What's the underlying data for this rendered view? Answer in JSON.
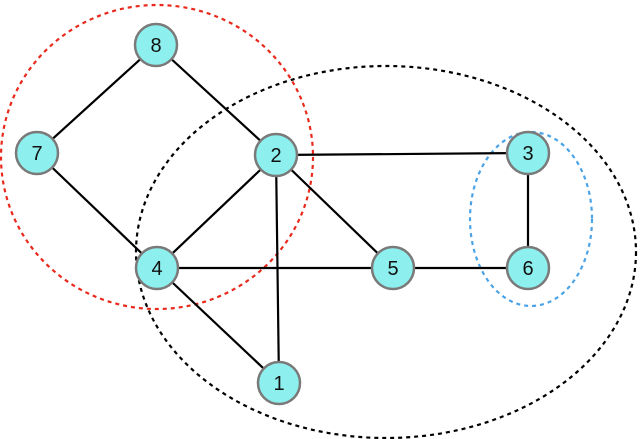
{
  "diagram": {
    "nodes": [
      {
        "id": "n1",
        "label": "1"
      },
      {
        "id": "n2",
        "label": "2"
      },
      {
        "id": "n3",
        "label": "3"
      },
      {
        "id": "n4",
        "label": "4"
      },
      {
        "id": "n5",
        "label": "5"
      },
      {
        "id": "n6",
        "label": "6"
      },
      {
        "id": "n7",
        "label": "7"
      },
      {
        "id": "n8",
        "label": "8"
      }
    ],
    "edges": [
      [
        "n8",
        "n7"
      ],
      [
        "n8",
        "n2"
      ],
      [
        "n7",
        "n4"
      ],
      [
        "n2",
        "n4"
      ],
      [
        "n2",
        "n1"
      ],
      [
        "n2",
        "n5"
      ],
      [
        "n2",
        "n3"
      ],
      [
        "n4",
        "n5"
      ],
      [
        "n4",
        "n1"
      ],
      [
        "n5",
        "n6"
      ],
      [
        "n3",
        "n6"
      ]
    ],
    "groups": [
      {
        "id": "red-group",
        "members": [
          "n8",
          "n7",
          "n2",
          "n4"
        ],
        "color": "#e8291c"
      },
      {
        "id": "black-group",
        "members": [
          "n2",
          "n4",
          "n5",
          "n1",
          "n3",
          "n6"
        ],
        "color": "#000000"
      },
      {
        "id": "blue-group",
        "members": [
          "n3",
          "n6"
        ],
        "color": "#4aa3e6"
      }
    ]
  }
}
